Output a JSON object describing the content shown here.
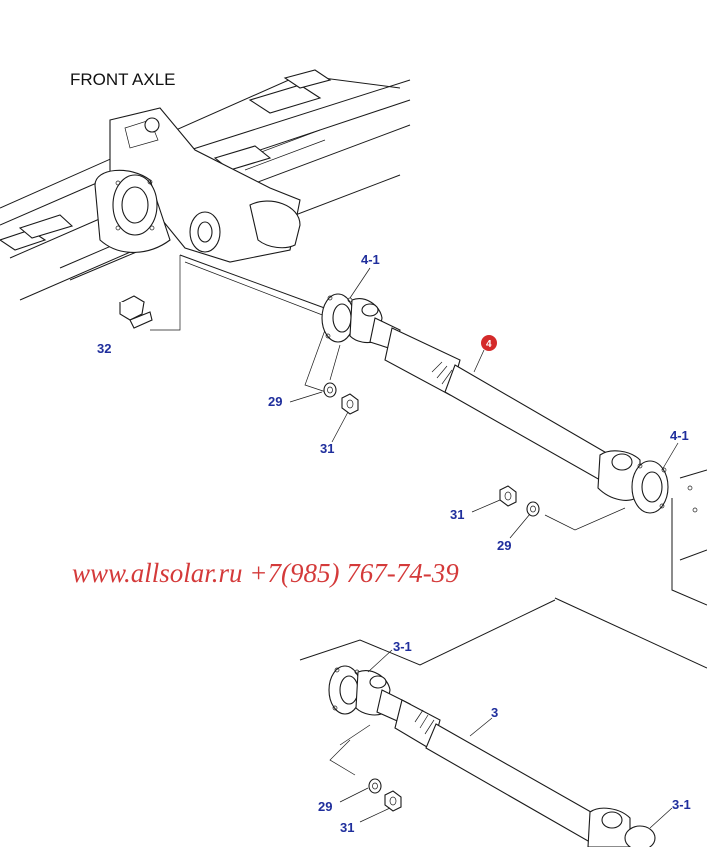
{
  "title": "FRONT AXLE",
  "watermark": "www.allsolar.ru +7(985) 767-74-39",
  "highlight_color": "#d42a2a",
  "callout_color": "#1f2e9c",
  "callouts": {
    "p4_1_top": "4-1",
    "p4_highlight": "4",
    "p4_1_right": "4-1",
    "p32": "32",
    "p29_left": "29",
    "p31_left": "31",
    "p31_right": "31",
    "p29_right": "29",
    "p3_1_top": "3-1",
    "p3": "3",
    "p3_1_bottom": "3-1",
    "p29_bottom": "29",
    "p31_bottom": "31"
  }
}
